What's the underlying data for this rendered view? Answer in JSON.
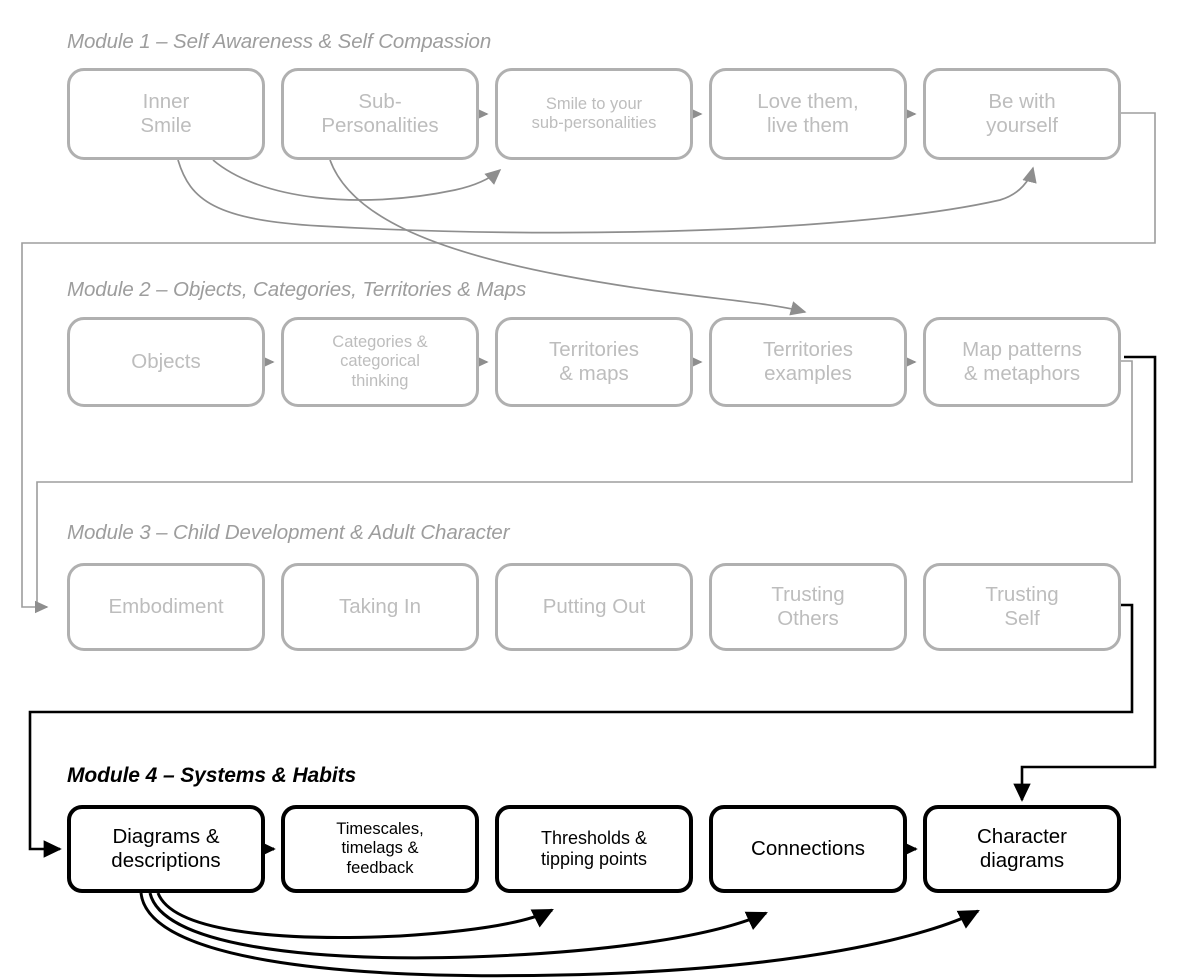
{
  "diagram": {
    "title_style": "four-module course flow",
    "colors": {
      "grey_stroke": "#b0b0b0",
      "grey_text": "#bdbdbd",
      "grey_panel": "#9d9d9d",
      "black": "#000000",
      "background": "#ffffff"
    }
  },
  "modules": [
    {
      "id": "module-1",
      "title": "Module 1 – Self Awareness & Self Compassion",
      "tone": "grey",
      "nodes": [
        {
          "id": "inner-smile",
          "label": "Inner\nSmile",
          "lines": [
            "Inner",
            "Smile"
          ]
        },
        {
          "id": "sub-personalities",
          "label": "Sub-\nPersonalities",
          "lines": [
            "Sub-",
            "Personalities"
          ]
        },
        {
          "id": "smile-to-your-sub-personalities",
          "label": "Smile to your\nsub-personalities",
          "lines": [
            "Smile to your",
            "sub-personalities"
          ]
        },
        {
          "id": "love-them-live-them",
          "label": "Love them,\nlive them",
          "lines": [
            "Love them,",
            "live them"
          ]
        },
        {
          "id": "be-with-yourself",
          "label": "Be with\nyourself",
          "lines": [
            "Be with",
            "yourself"
          ]
        }
      ]
    },
    {
      "id": "module-2",
      "title": "Module 2 – Objects, Categories, Territories & Maps",
      "tone": "grey",
      "nodes": [
        {
          "id": "objects",
          "label": "Objects",
          "lines": [
            "Objects"
          ]
        },
        {
          "id": "categories-categorical-thinking",
          "label": "Categories &\ncategorical\nthinking",
          "lines": [
            "Categories &",
            "categorical",
            "thinking"
          ]
        },
        {
          "id": "territories-maps",
          "label": "Territories\n& maps",
          "lines": [
            "Territories",
            "& maps"
          ]
        },
        {
          "id": "territories-examples",
          "label": "Territories\nexamples",
          "lines": [
            "Territories",
            "examples"
          ]
        },
        {
          "id": "map-patterns-metaphors",
          "label": "Map patterns\n& metaphors",
          "lines": [
            "Map patterns",
            "& metaphors"
          ]
        }
      ]
    },
    {
      "id": "module-3",
      "title": "Module 3 – Child Development & Adult Character",
      "tone": "grey",
      "nodes": [
        {
          "id": "embodiment",
          "label": "Embodiment",
          "lines": [
            "Embodiment"
          ]
        },
        {
          "id": "taking-in",
          "label": "Taking In",
          "lines": [
            "Taking In"
          ]
        },
        {
          "id": "putting-out",
          "label": "Putting Out",
          "lines": [
            "Putting Out"
          ]
        },
        {
          "id": "trusting-others",
          "label": "Trusting\nOthers",
          "lines": [
            "Trusting",
            "Others"
          ]
        },
        {
          "id": "trusting-self",
          "label": "Trusting\nSelf",
          "lines": [
            "Trusting",
            "Self"
          ]
        }
      ]
    },
    {
      "id": "module-4",
      "title": "Module 4 – Systems & Habits",
      "tone": "black",
      "nodes": [
        {
          "id": "diagrams-descriptions",
          "label": "Diagrams &\ndescriptions",
          "lines": [
            "Diagrams &",
            "descriptions"
          ]
        },
        {
          "id": "timescales-timelags-feedback",
          "label": "Timescales,\ntimelags &\nfeedback",
          "lines": [
            "Timescales,",
            "timelags &",
            "feedback"
          ]
        },
        {
          "id": "thresholds-tipping-points",
          "label": "Thresholds &\ntipping points",
          "lines": [
            "Thresholds &",
            "tipping points"
          ]
        },
        {
          "id": "connections",
          "label": "Connections",
          "lines": [
            "Connections"
          ]
        },
        {
          "id": "character-diagrams",
          "label": "Character\ndiagrams",
          "lines": [
            "Character",
            "diagrams"
          ]
        }
      ]
    }
  ],
  "connections": [
    {
      "from": "sub-personalities",
      "to": "smile-to-your-sub-personalities",
      "style": "grey-straight"
    },
    {
      "from": "smile-to-your-sub-personalities",
      "to": "love-them-live-them",
      "style": "grey-straight"
    },
    {
      "from": "love-them-live-them",
      "to": "be-with-yourself",
      "style": "grey-straight"
    },
    {
      "from": "inner-smile",
      "to": "smile-to-your-sub-personalities",
      "style": "grey-curve"
    },
    {
      "from": "inner-smile",
      "to": "be-with-yourself",
      "style": "grey-curve"
    },
    {
      "from": "sub-personalities",
      "to": "territories-examples",
      "style": "grey-curve"
    },
    {
      "from": "objects",
      "to": "categories-categorical-thinking",
      "style": "grey-straight"
    },
    {
      "from": "categories-categorical-thinking",
      "to": "territories-maps",
      "style": "grey-straight"
    },
    {
      "from": "territories-maps",
      "to": "territories-examples",
      "style": "grey-straight"
    },
    {
      "from": "territories-examples",
      "to": "map-patterns-metaphors",
      "style": "grey-straight"
    },
    {
      "from": "be-with-yourself",
      "to": "embodiment",
      "style": "grey-orthogonal"
    },
    {
      "from": "map-patterns-metaphors",
      "to": "embodiment",
      "style": "grey-orthogonal"
    },
    {
      "from": "map-patterns-metaphors",
      "to": "character-diagrams",
      "style": "black-orthogonal"
    },
    {
      "from": "trusting-self",
      "to": "diagrams-descriptions",
      "style": "black-orthogonal"
    },
    {
      "from": "diagrams-descriptions",
      "to": "timescales-timelags-feedback",
      "style": "black-straight"
    },
    {
      "from": "connections",
      "to": "character-diagrams",
      "style": "black-straight"
    },
    {
      "from": "diagrams-descriptions",
      "to": "thresholds-tipping-points",
      "style": "black-curve"
    },
    {
      "from": "diagrams-descriptions",
      "to": "connections",
      "style": "black-curve"
    },
    {
      "from": "diagrams-descriptions",
      "to": "character-diagrams",
      "style": "black-curve"
    }
  ]
}
